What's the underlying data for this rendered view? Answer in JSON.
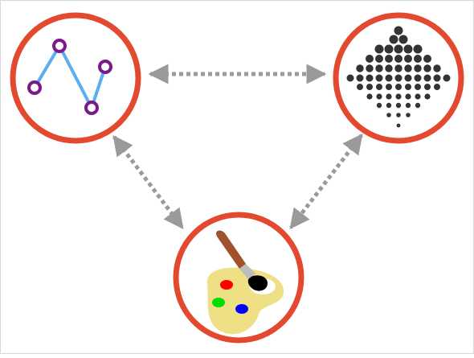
{
  "diagram": {
    "nodes": [
      {
        "id": "line-plot",
        "icon": "line-chart-icon"
      },
      {
        "id": "dot-pattern",
        "icon": "dot-diamond-icon"
      },
      {
        "id": "paint-palette",
        "icon": "paint-palette-icon"
      }
    ],
    "edges": [
      {
        "from": "line-plot",
        "to": "dot-pattern",
        "style": "dotted",
        "bidirectional": true
      },
      {
        "from": "line-plot",
        "to": "paint-palette",
        "style": "dotted",
        "bidirectional": true
      },
      {
        "from": "dot-pattern",
        "to": "paint-palette",
        "style": "dotted",
        "bidirectional": true
      }
    ]
  },
  "colors": {
    "ring": "#e2492f",
    "arrow": "#9a9a9a",
    "line": "#5aaef0",
    "marker": "#7a1a8a",
    "dot": "#333333",
    "palette": "#efdf85",
    "brush_handle": "#a0522d",
    "brush_ferrule": "#bdbdbd",
    "paint_red": "#ff0000",
    "paint_green": "#00dd00",
    "paint_blue": "#0000ff",
    "paint_black": "#000000"
  }
}
